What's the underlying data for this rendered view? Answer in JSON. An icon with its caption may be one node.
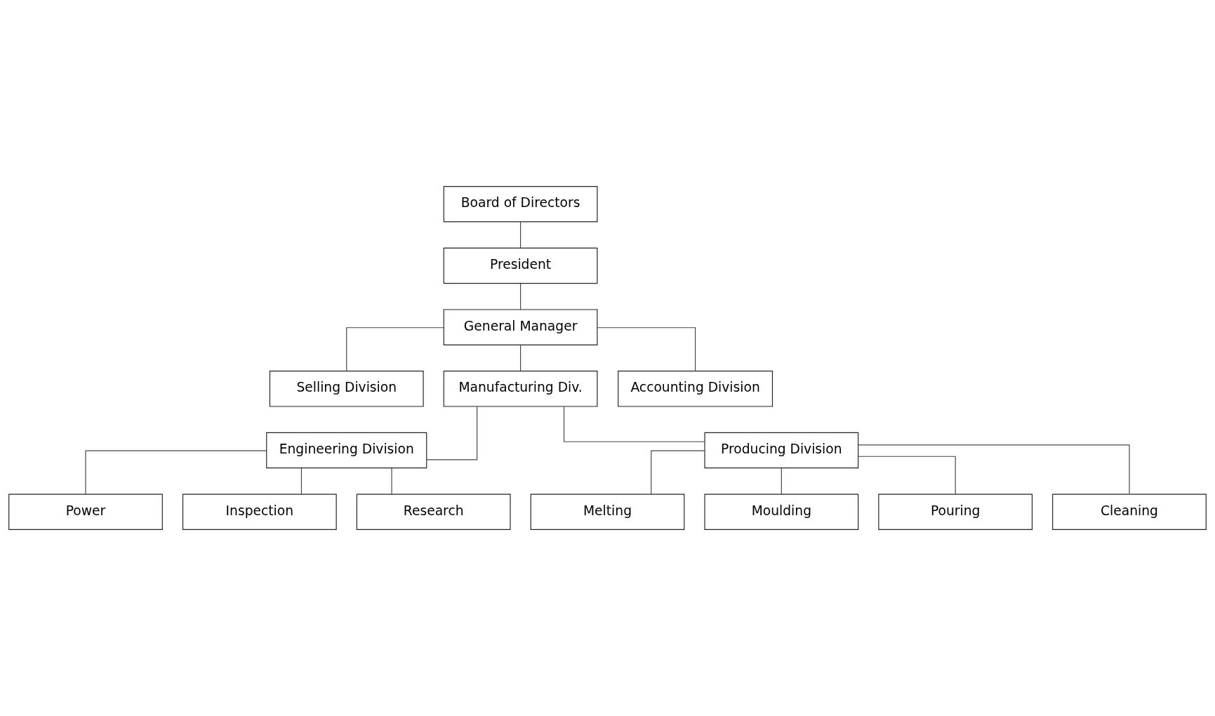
{
  "diagram": {
    "nodes": [
      {
        "text": [
          "Board of Directors"
        ]
      },
      {
        "text": [
          "President"
        ]
      },
      {
        "text": [
          "General Manager"
        ]
      },
      {
        "text": [
          "Selling Division"
        ]
      },
      {
        "text": [
          "Manufacturing Div."
        ]
      },
      {
        "text": [
          "Accounting Division"
        ]
      },
      {
        "text": [
          "Engineering Division"
        ]
      },
      {
        "text": [
          "Producing Division"
        ]
      },
      {
        "text": [
          "Power"
        ]
      },
      {
        "text": [
          "Inspection"
        ]
      },
      {
        "text": [
          "Research"
        ]
      },
      {
        "text": [
          "Melting"
        ]
      },
      {
        "text": [
          "Moulding"
        ]
      },
      {
        "text": [
          "Pouring"
        ]
      },
      {
        "text": [
          "Cleaning"
        ]
      }
    ],
    "edges": [
      {
        "from": 0,
        "to": 1,
        "arrow": "none"
      },
      {
        "from": 1,
        "to": 2,
        "arrow": "none"
      },
      {
        "from": 2,
        "to": 3,
        "arrow": "none"
      },
      {
        "from": 2,
        "to": 4,
        "arrow": "none"
      },
      {
        "from": 2,
        "to": 5,
        "arrow": "none"
      },
      {
        "from": 4,
        "to": 6,
        "arrow": "none"
      },
      {
        "from": 4,
        "to": 7,
        "arrow": "none"
      },
      {
        "from": 6,
        "to": 8,
        "arrow": "none"
      },
      {
        "from": 6,
        "to": 9,
        "arrow": "none"
      },
      {
        "from": 6,
        "to": 10,
        "arrow": "none"
      },
      {
        "from": 7,
        "to": 11,
        "arrow": "none"
      },
      {
        "from": 7,
        "to": 12,
        "arrow": "none"
      },
      {
        "from": 7,
        "to": 13,
        "arrow": "none"
      },
      {
        "from": 7,
        "to": 14,
        "arrow": "none"
      }
    ]
  }
}
